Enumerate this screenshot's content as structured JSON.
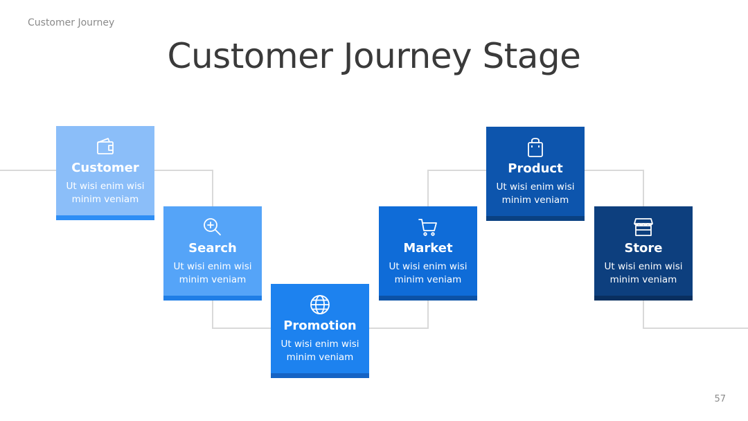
{
  "header": {
    "section_label": "Customer Journey"
  },
  "title": "Customer Journey Stage",
  "page_number": "57",
  "stages": [
    {
      "name": "Customer",
      "description": "Ut wisi enim wisi minim veniam",
      "icon": "wallet-icon",
      "color": "#8bbef9",
      "bar_color": "#2e8ef5"
    },
    {
      "name": "Search",
      "description": "Ut wisi enim wisi minim veniam",
      "icon": "search-icon",
      "color": "#55a4f8",
      "bar_color": "#1f7ee6"
    },
    {
      "name": "Promotion",
      "description": "Ut wisi enim wisi minim veniam",
      "icon": "globe-icon",
      "color": "#1d82ef",
      "bar_color": "#1563c4"
    },
    {
      "name": "Market",
      "description": "Ut wisi enim wisi minim veniam",
      "icon": "cart-icon",
      "color": "#0f6cd8",
      "bar_color": "#0c52a6"
    },
    {
      "name": "Product",
      "description": "Ut wisi enim wisi minim veniam",
      "icon": "bag-icon",
      "color": "#0d55ad",
      "bar_color": "#0a4182"
    },
    {
      "name": "Store",
      "description": "Ut wisi enim wisi minim veniam",
      "icon": "store-icon",
      "color": "#0d3f7e",
      "bar_color": "#092f5f"
    }
  ],
  "connector_color": "#d9d9d9"
}
